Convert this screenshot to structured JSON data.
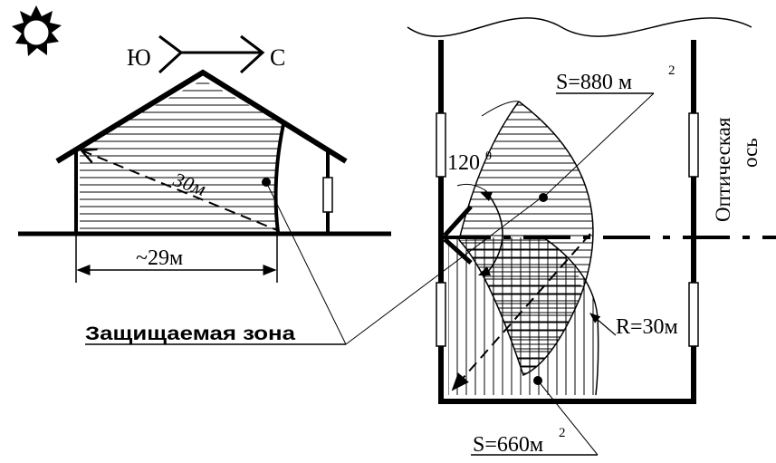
{
  "compass": {
    "south": "Ю",
    "north": "С"
  },
  "side_view": {
    "dim_slant": "30м",
    "dim_width": "~29м"
  },
  "plan_view": {
    "angle": "120",
    "angle_sup": "0",
    "area_top": "S=880 м",
    "area_top_sup": "2",
    "area_bottom": "S=660м",
    "area_bottom_sup": "2",
    "radius": "R=30м",
    "axis_line1": "Оптическая",
    "axis_line2": "ось"
  },
  "protected_zone_label": "Защищаемая зона"
}
